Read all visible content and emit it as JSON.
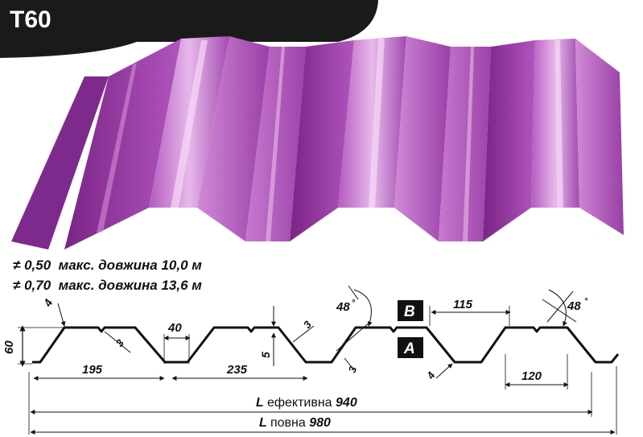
{
  "title": "T60",
  "colors": {
    "sheet_light": "#E9B5EA",
    "sheet_mid": "#C066C8",
    "sheet_dark": "#8A2F96",
    "banner": "#1A1A1A",
    "line": "#111111"
  },
  "specs": [
    {
      "symbol": "≠",
      "thickness": "0,50",
      "label": "макс. довжина",
      "length": "10,0 м"
    },
    {
      "symbol": "≠",
      "thickness": "0,70",
      "label": "макс. довжина",
      "length": "13,6 м"
    }
  ],
  "dimensions": {
    "height": "60",
    "top_radius": "4",
    "slope_step": "3",
    "bottom_flat": "40",
    "pitch_195": "195",
    "pitch_235": "235",
    "stiffener": "5",
    "rib_slope": "3",
    "angle_left": "48",
    "angle_right": "48",
    "degree_symbol": "°",
    "valley_small": "3",
    "bottom_radius": "4",
    "top_width": "115",
    "bottom_width": "120"
  },
  "sides": {
    "top": "B",
    "bottom": "A"
  },
  "effective_width": {
    "prefix": "L",
    "label": "ефективна",
    "value": "940"
  },
  "total_width": {
    "prefix": "L",
    "label": "повна",
    "value": "980"
  }
}
